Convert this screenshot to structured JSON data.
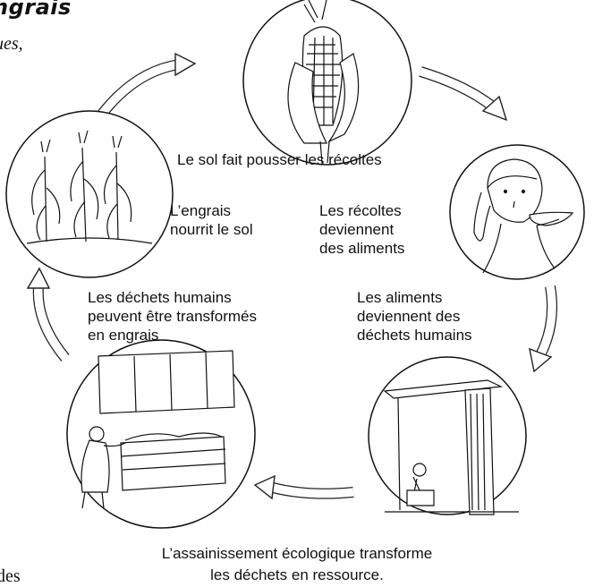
{
  "heading": "ngrais",
  "subtitle_fragment": "ues,",
  "corner_fragment": "des",
  "stages": [
    {
      "id": "corn",
      "icon": "corn-cob-icon"
    },
    {
      "id": "eating",
      "icon": "person-eating-icon"
    },
    {
      "id": "latrine",
      "icon": "latrine-icon"
    },
    {
      "id": "compost",
      "icon": "compost-bin-icon"
    },
    {
      "id": "plants",
      "icon": "maize-plants-icon"
    }
  ],
  "labels": {
    "soil_grows": "Le sol fait pousser les récoltes",
    "fertilizer_line1": "L’engrais",
    "fertilizer_line2": "nourrit le sol",
    "crops_line1": "Les récoltes",
    "crops_line2": "deviennent",
    "crops_line3": "des aliments",
    "waste_line1": "Les déchets humains",
    "waste_line2": "peuvent être transformés",
    "waste_line3": "en engrais",
    "food_line1": "Les aliments",
    "food_line2": "deviennent des",
    "food_line3": "déchets humains"
  },
  "caption": {
    "line1": "L’assainissement écologique transforme",
    "line2": "les déchets en ressource."
  }
}
